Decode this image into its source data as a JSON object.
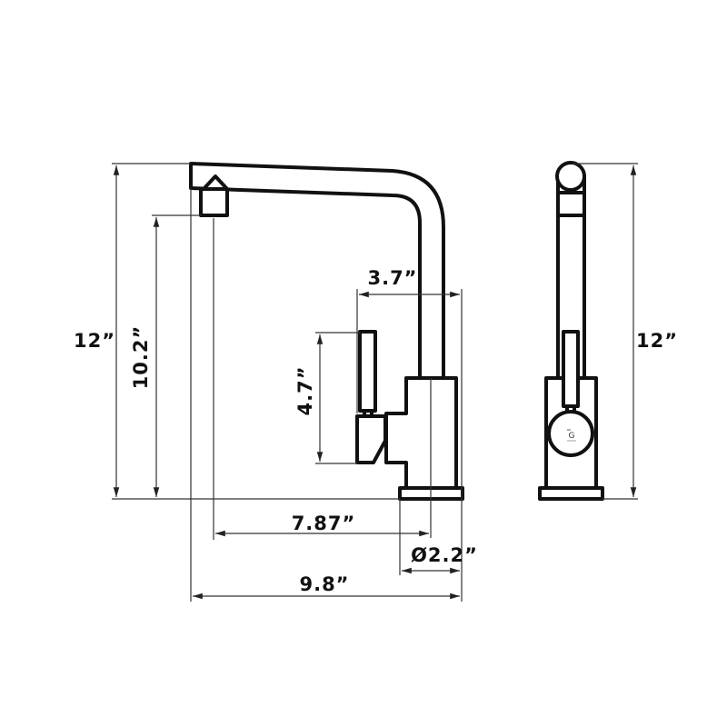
{
  "drawing": {
    "line_color": "#111111",
    "front_view": {
      "overall_height": "12”",
      "spout_height": "10.2”",
      "handle_height": "4.7”",
      "handle_offset": "3.7”",
      "spout_reach": "7.87”",
      "base_diameter": "Ø2.2”",
      "overall_length": "9.8”"
    },
    "side_view": {
      "overall_height": "12”",
      "logo_letter": "G"
    }
  }
}
